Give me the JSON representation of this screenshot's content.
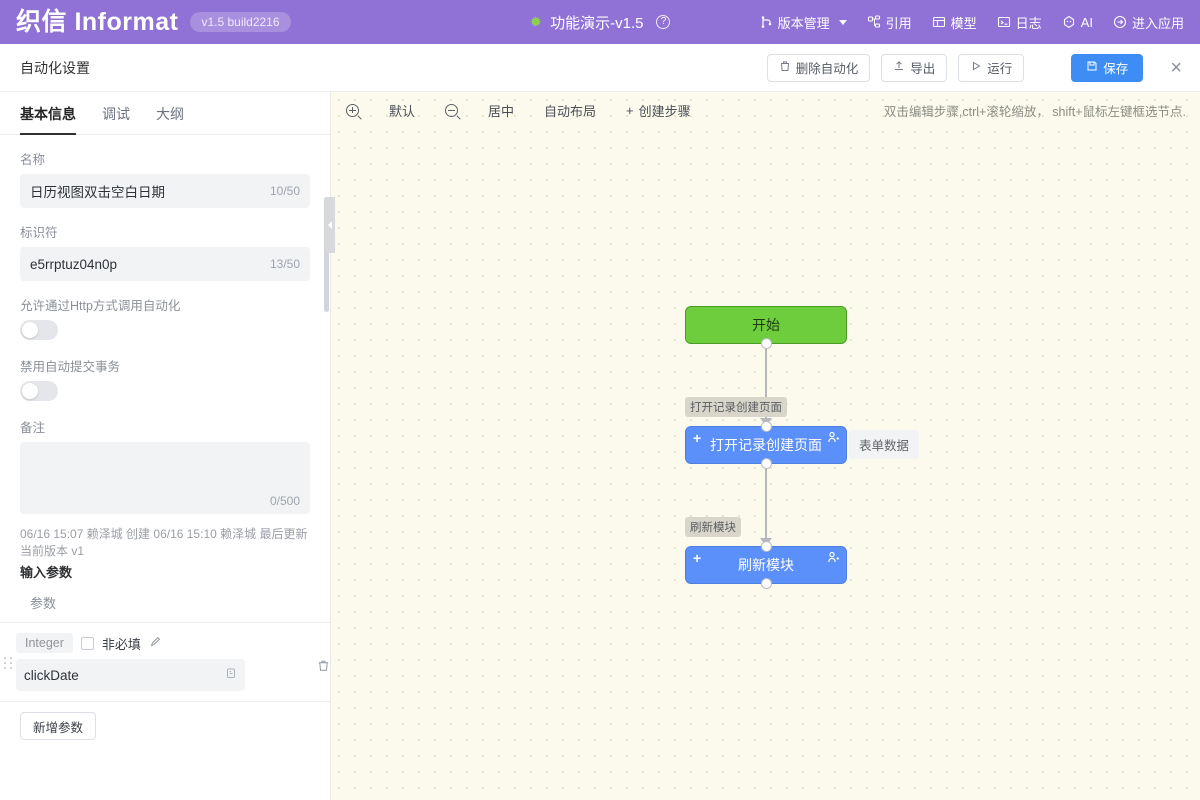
{
  "topbar": {
    "brand": "织信 Informat",
    "version_badge": "v1.5 build2216",
    "app_name": "功能演示-v1.5",
    "help_icon": "?",
    "star_icon": "star-icon",
    "right_items": [
      {
        "label": "版本管理",
        "icon": "branch-icon",
        "has_caret": true
      },
      {
        "label": "引用",
        "icon": "reference-icon",
        "has_caret": false
      },
      {
        "label": "模型",
        "icon": "model-icon",
        "has_caret": false
      },
      {
        "label": "日志",
        "icon": "log-icon",
        "has_caret": false
      },
      {
        "label": "AI",
        "icon": "ai-icon",
        "has_caret": false
      },
      {
        "label": "进入应用",
        "icon": "enter-app-icon",
        "has_caret": false
      }
    ]
  },
  "subbar": {
    "title": "自动化设置",
    "delete_label": "删除自动化",
    "export_label": "导出",
    "run_label": "运行",
    "save_label": "保存",
    "close_label": "×"
  },
  "left_panel": {
    "tabs": [
      {
        "label": "基本信息",
        "active": true
      },
      {
        "label": "调试",
        "active": false
      },
      {
        "label": "大纲",
        "active": false
      }
    ],
    "name_label": "名称",
    "name_value": "日历视图双击空白日期",
    "name_count": "10/50",
    "ident_label": "标识符",
    "ident_value": "e5rrptuz04n0p",
    "ident_count": "13/50",
    "http_label": "允许通过Http方式调用自动化",
    "http_enabled": false,
    "autocommit_label": "禁用自动提交事务",
    "autocommit_enabled": false,
    "remark_label": "备注",
    "remark_value": "",
    "remark_count": "0/500",
    "meta_line1": "06/16 15:07 赖泽城 创建 06/16 15:10 赖泽城 最后更新",
    "meta_line2": "当前版本 v1",
    "input_params_title": "输入参数",
    "param_column_header": "参数",
    "params": [
      {
        "type": "Integer",
        "required_label": "非必填",
        "required_checked": false,
        "edit_icon": "pencil-icon",
        "name": "clickDate",
        "suffix_icon": "copy-icon",
        "delete_icon": "trash-icon"
      }
    ],
    "add_param_label": "新增参数"
  },
  "canvas": {
    "toolbar": [
      {
        "label": "",
        "icon": "zoom-in-icon"
      },
      {
        "label": "默认",
        "icon": ""
      },
      {
        "label": "",
        "icon": "zoom-out-icon"
      },
      {
        "label": "居中",
        "icon": ""
      },
      {
        "label": "自动布局",
        "icon": ""
      },
      {
        "label": "创建步骤",
        "icon": "plus-icon"
      }
    ],
    "hint": "双击编辑步骤,ctrl+滚轮缩放， shift+鼠标左键框选节点.",
    "nodes": [
      {
        "id": "start",
        "label": "开始",
        "type": "start",
        "tag": ""
      },
      {
        "id": "step1",
        "label": "打开记录创建页面",
        "type": "step",
        "tag": "打开记录创建页面"
      },
      {
        "id": "step2",
        "label": "刷新模块",
        "type": "step",
        "tag": "刷新模块"
      }
    ],
    "side_chip": "表单数据"
  },
  "colors": {
    "header_purple": "#9071d6",
    "primary_blue": "#3d8df5",
    "node_green": "#6ecd3c",
    "node_blue": "#5b8ff9",
    "canvas_bg": "#fbfaec"
  }
}
